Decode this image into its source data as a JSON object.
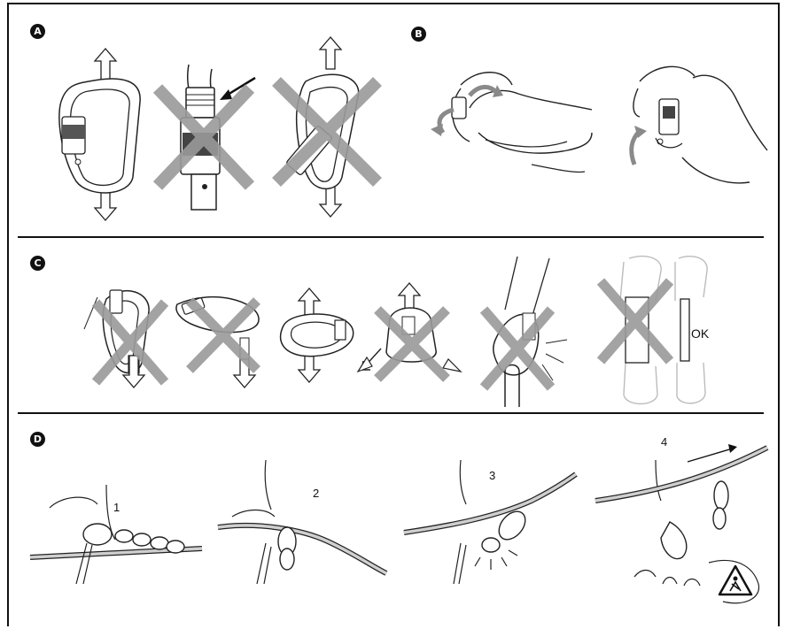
{
  "sections": {
    "a": {
      "badge": "A"
    },
    "b": {
      "badge": "B"
    },
    "c": {
      "badge": "C",
      "ok_label": "OK"
    },
    "d": {
      "badge": "D",
      "steps": [
        "1",
        "2",
        "3",
        "4"
      ]
    }
  },
  "colors": {
    "line": "#111111",
    "cross": "#9a9a9a",
    "arrow_gray": "#8a8a8a",
    "rope": "#cfcfcf"
  },
  "icons": [
    "up-down-arrow-icon",
    "cross-mark-icon",
    "pointer-arrow-icon",
    "rotation-arrow-icon",
    "warning-triangle-icon"
  ]
}
